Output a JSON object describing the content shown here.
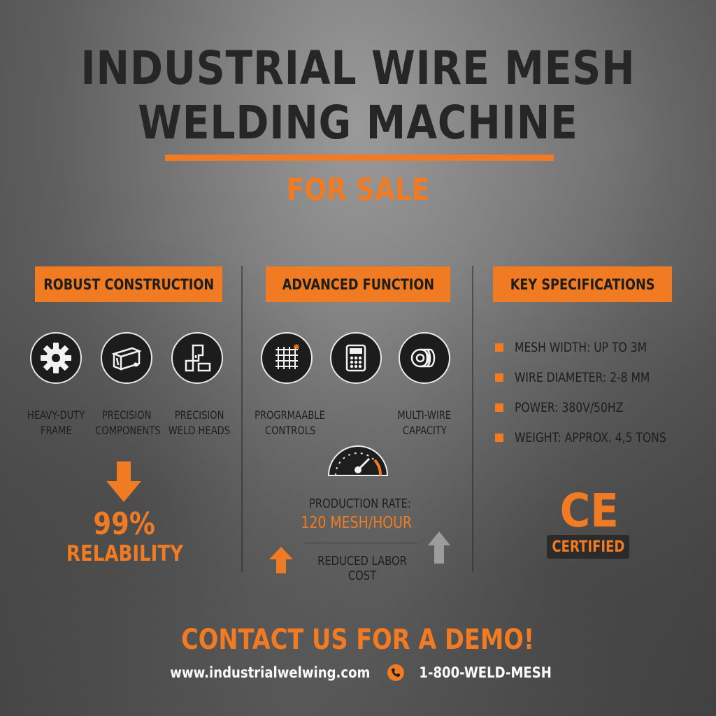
{
  "title": {
    "line1": "INDUSTRIAL WIRE MESH",
    "line2": "WELDING MACHINE",
    "subtitle": "FOR SALE"
  },
  "colors": {
    "accent": "#f07b22",
    "dark": "#1e1e1e",
    "background": "#7c7c7c"
  },
  "sections": {
    "construction": {
      "header": "ROBUST CONSTRUCTION",
      "features": [
        {
          "icon": "gear-icon",
          "line1": "HEAVY-DUTY",
          "line2": "FRAME"
        },
        {
          "icon": "steel-beam-icon",
          "line1": "PRECISION",
          "line2": "COMPONENTS"
        },
        {
          "icon": "weld-head-icon",
          "line1": "PRECISION",
          "line2": "WELD HEADS"
        }
      ],
      "stat_value": "99%",
      "stat_label": "RELABILITY"
    },
    "function": {
      "header": "ADVANCED FUNCTION",
      "features": [
        {
          "icon": "mesh-grid-icon",
          "line1": "PROGRMAABLE",
          "line2": "CONTROLS"
        },
        {
          "icon": "control-panel-icon",
          "line1": "",
          "line2": ""
        },
        {
          "icon": "wire-spool-icon",
          "line1": "MULTI-WIRE",
          "line2": "CAPACITY"
        }
      ],
      "gauge_icon": "speedometer-icon",
      "production_label": "PRODUCTION RATE:",
      "production_value": "120 MESH/HOUR",
      "labor_label": "REDUCED LABOR COST"
    },
    "specs": {
      "header": "KEY SPECIFICATIONS",
      "items": [
        "MESH WIDTH: UP TO 3M",
        "WIRE DIAMETER: 2-8 MM",
        "POWER: 380V/50HZ",
        "WEIGHT: APPROX. 4,5 TONS"
      ],
      "ce_mark": "CE",
      "certified": "CERTIFIED"
    }
  },
  "footer": {
    "cta": "CONTACT US FOR A DEMO!",
    "website": "www.industrialwelwing.com",
    "phone": "1-800-WELD-MESH"
  }
}
